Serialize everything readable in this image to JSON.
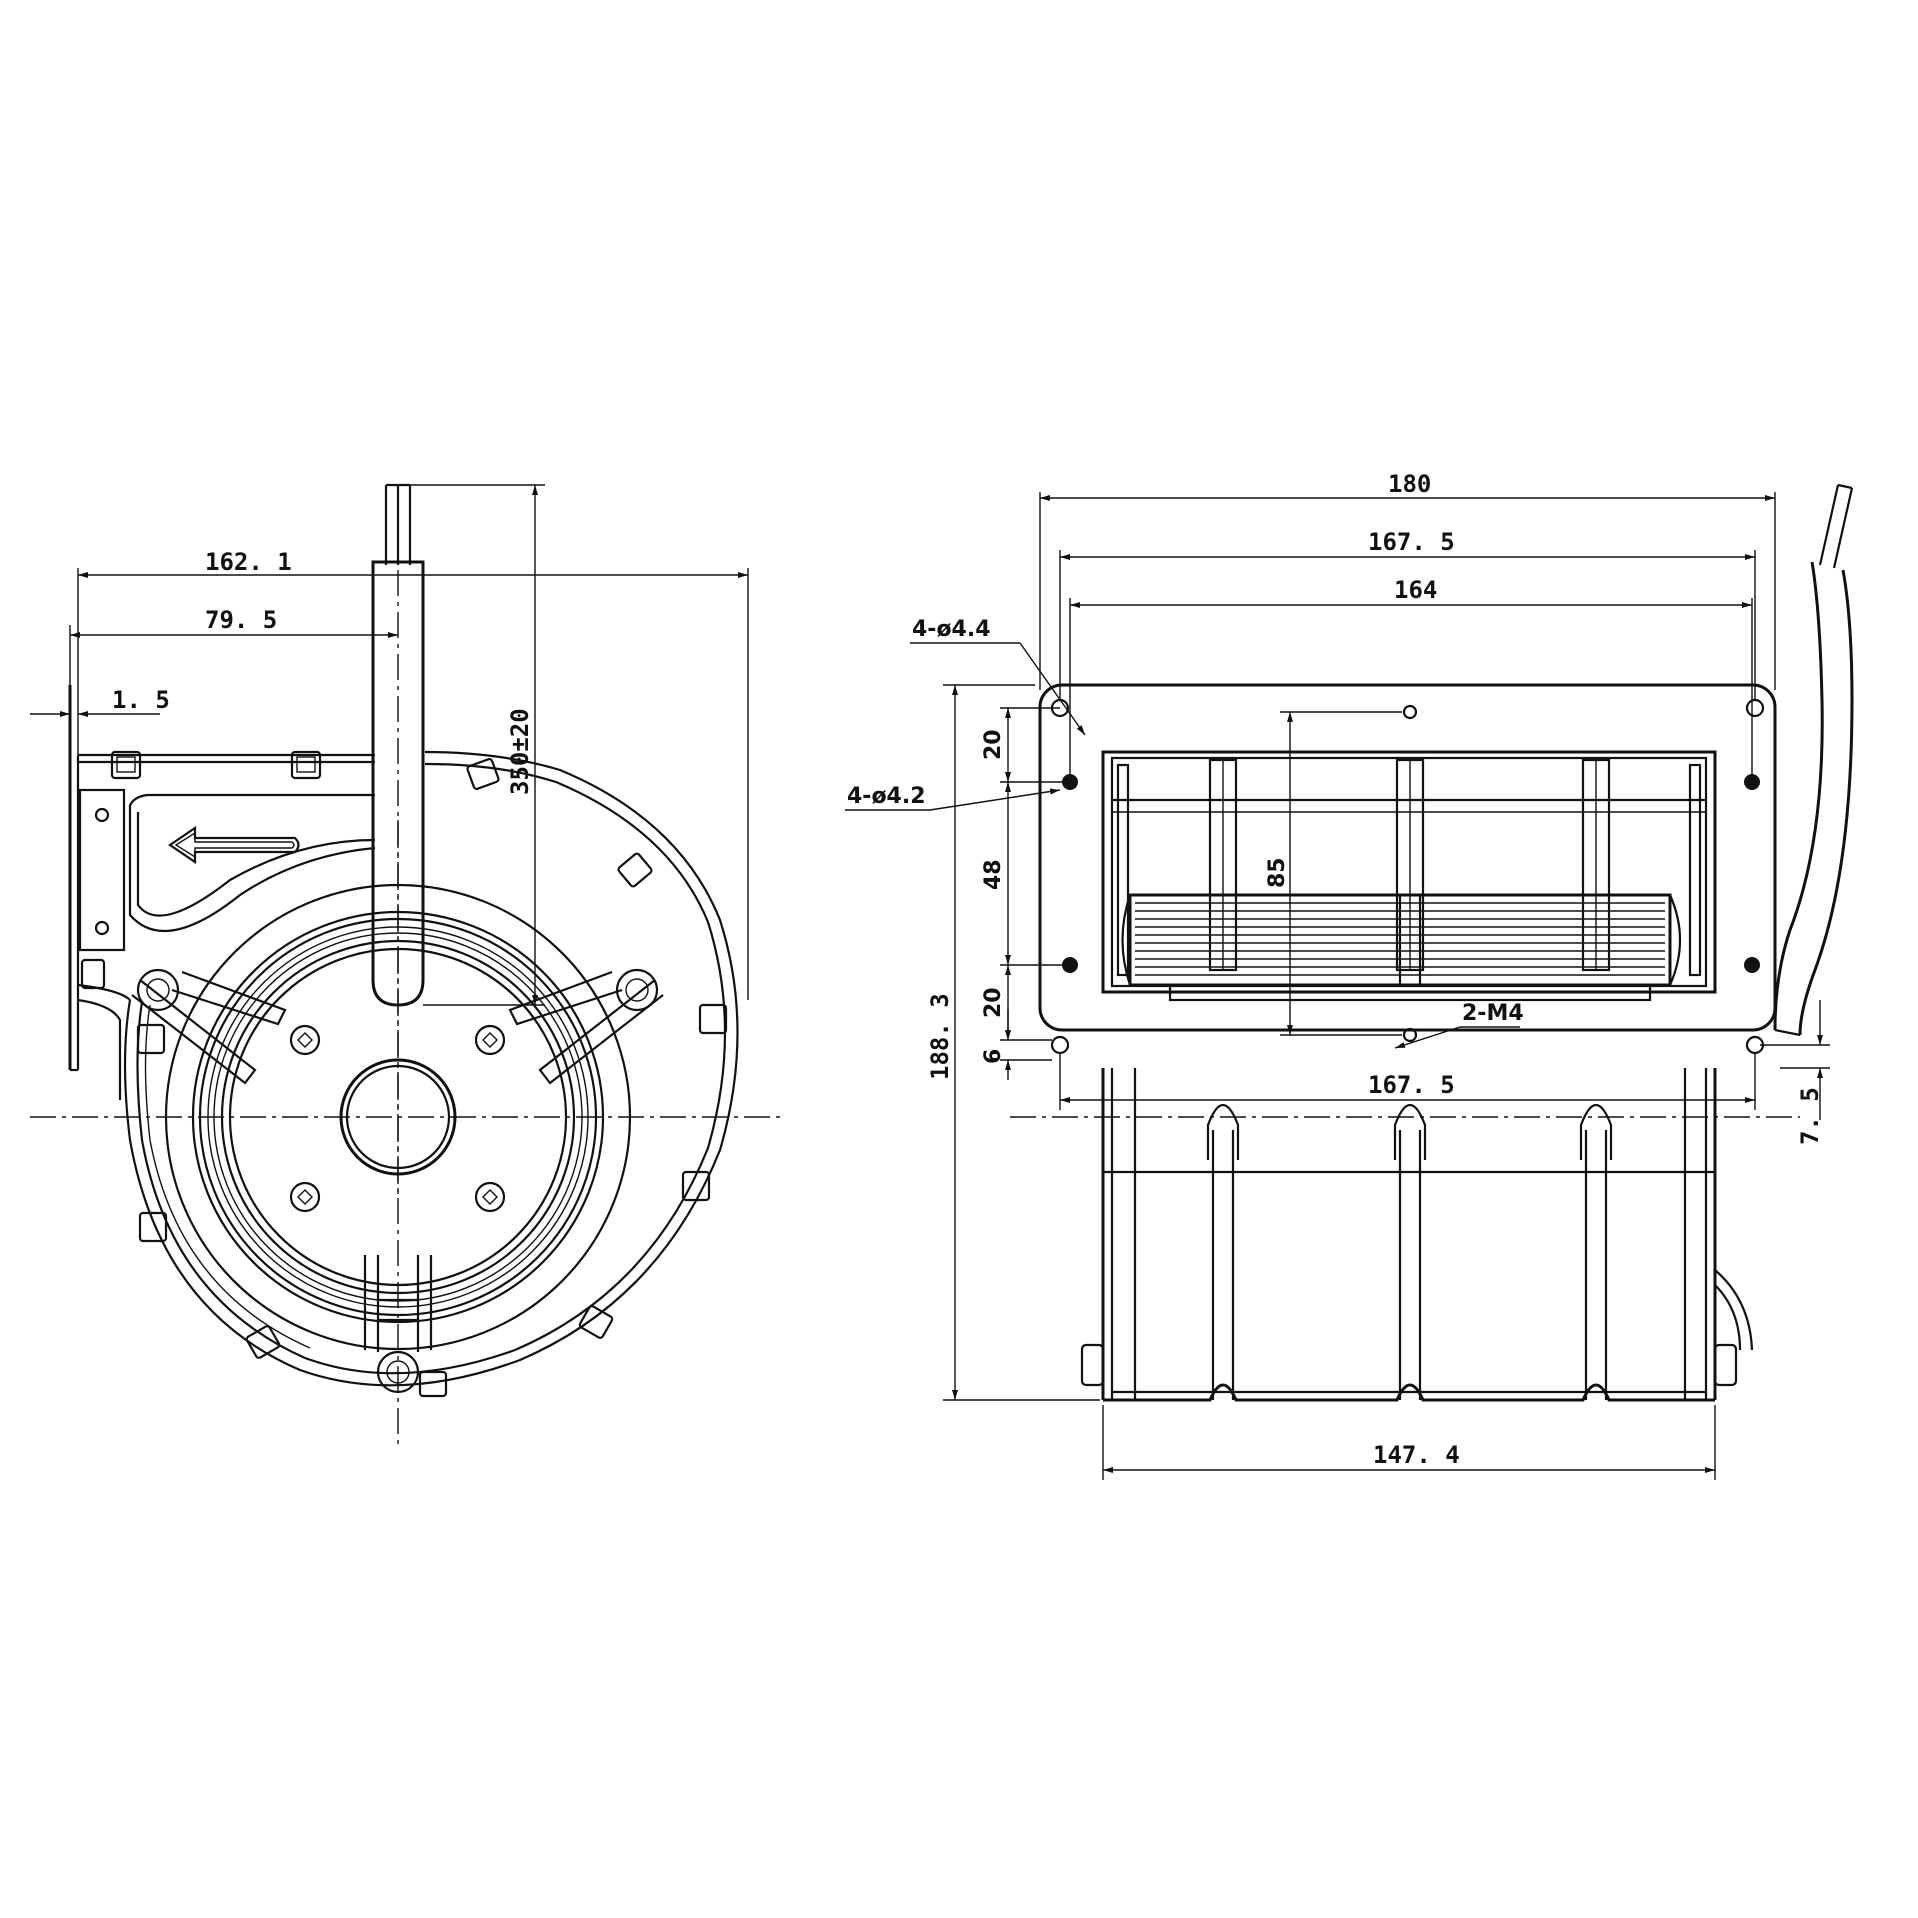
{
  "dimensions": {
    "overall_width_front": "162. 1",
    "shaft_offset": "79. 5",
    "flange_thickness": "1. 5",
    "cable_length": "350±20",
    "overall_width_side": "180",
    "hole_pitch_outer": "167. 5",
    "inner_width": "164",
    "holes_large": "4-ø4.4",
    "holes_small": "4-ø4.2",
    "spacing_top": "20",
    "spacing_mid": "48",
    "spacing_bottom": "20",
    "spacing_small": "6",
    "inlet_height": "85",
    "thread_holes": "2-M4",
    "overall_height": "188. 3",
    "hole_pitch_lower": "167. 5",
    "flange_offset": "7. 5",
    "housing_width": "147. 4"
  }
}
